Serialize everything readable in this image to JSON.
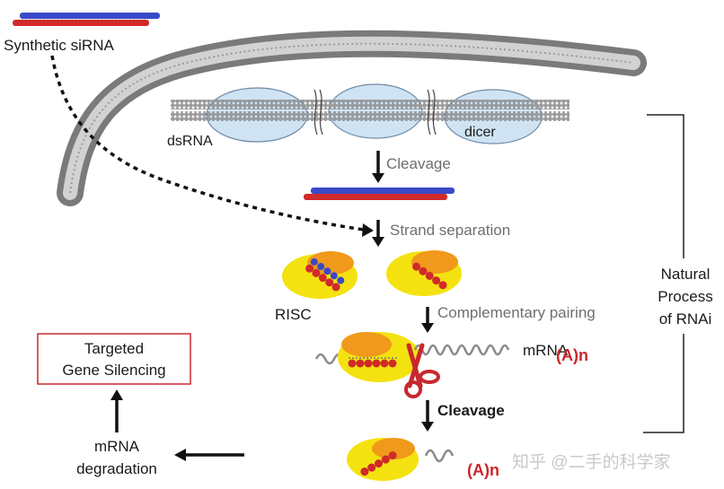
{
  "labels": {
    "synthetic_sirna": "Synthetic siRNA",
    "dsrna": "dsRNA",
    "dicer": "dicer",
    "cleavage_top": "Cleavage",
    "strand_separation": "Strand separation",
    "risc": "RISC",
    "complementary_pairing": "Complementary pairing",
    "mrna": "mRNA",
    "poly_a_top": "(A)n",
    "cleavage_bottom": "Cleavage",
    "poly_a_bottom": "(A)n",
    "targeted_line1": "Targeted",
    "targeted_line2": "Gene Silencing",
    "degradation_line1": "mRNA",
    "degradation_line2": "degradation",
    "natural_line1": "Natural",
    "natural_line2": "Process",
    "natural_line3": "of RNAi",
    "watermark": "知乎 @二手的科学家"
  },
  "colors": {
    "strand_red": "#d02a2a",
    "strand_blue": "#3949c8",
    "membrane_gray": "#9a9a9a",
    "risc_yellow": "#f4e210",
    "risc_orange": "#f0991b",
    "dicer_blue": "#cfe3f3",
    "text_red": "#c8282d"
  },
  "icons": {
    "scissors": "scissors-icon",
    "arrows": "arrow-icon"
  }
}
